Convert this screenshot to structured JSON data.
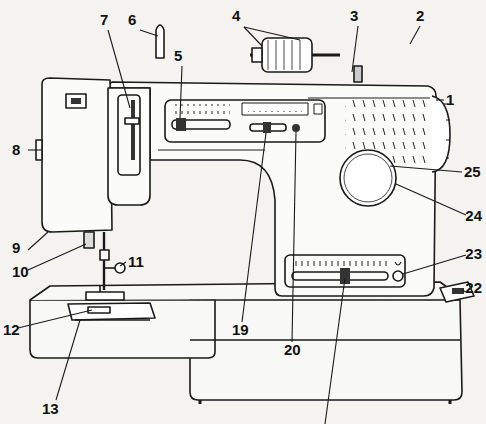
{
  "diagram": {
    "labels": [
      "4",
      "6",
      "3",
      "7",
      "5",
      "2",
      "1",
      "8",
      "25",
      "24",
      "9",
      "10",
      "11",
      "12",
      "19",
      "20",
      "23",
      "22",
      "13"
    ]
  }
}
